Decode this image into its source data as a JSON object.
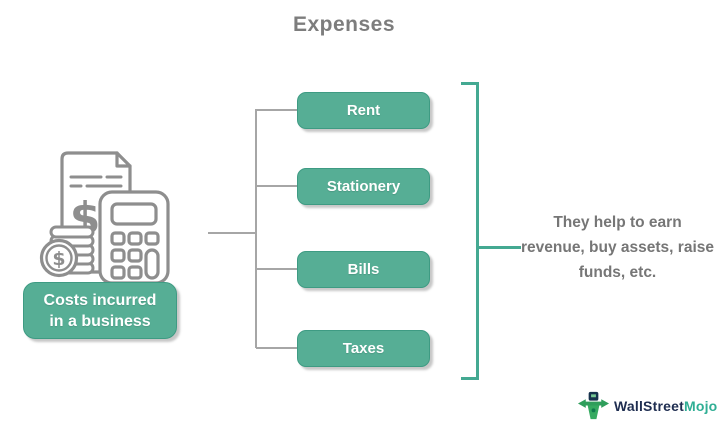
{
  "title": "Expenses",
  "source": {
    "label": "Costs incurred in a business"
  },
  "expenses": {
    "items": [
      "Rent",
      "Stationery",
      "Bills",
      "Taxes"
    ]
  },
  "note": {
    "text": "They help to earn revenue, buy assets, raise funds, etc."
  },
  "logo": {
    "part1": "WallStreet",
    "part2": "Mojo"
  },
  "icons": {
    "left_illustration": "invoice-calculator-coins-icon",
    "logo_icon": "bull-icon"
  },
  "colors": {
    "box_fill": "#56ae95",
    "box_border": "#3e9b83",
    "box_text": "#ffffff",
    "bracket": "#44a992",
    "connector": "#a6a6a6",
    "title_text": "#7d7d7d",
    "note_text": "#767676",
    "icon_stroke": "#8e8e8e",
    "logo_navy": "#1e2d50",
    "logo_teal": "#2fae94"
  }
}
